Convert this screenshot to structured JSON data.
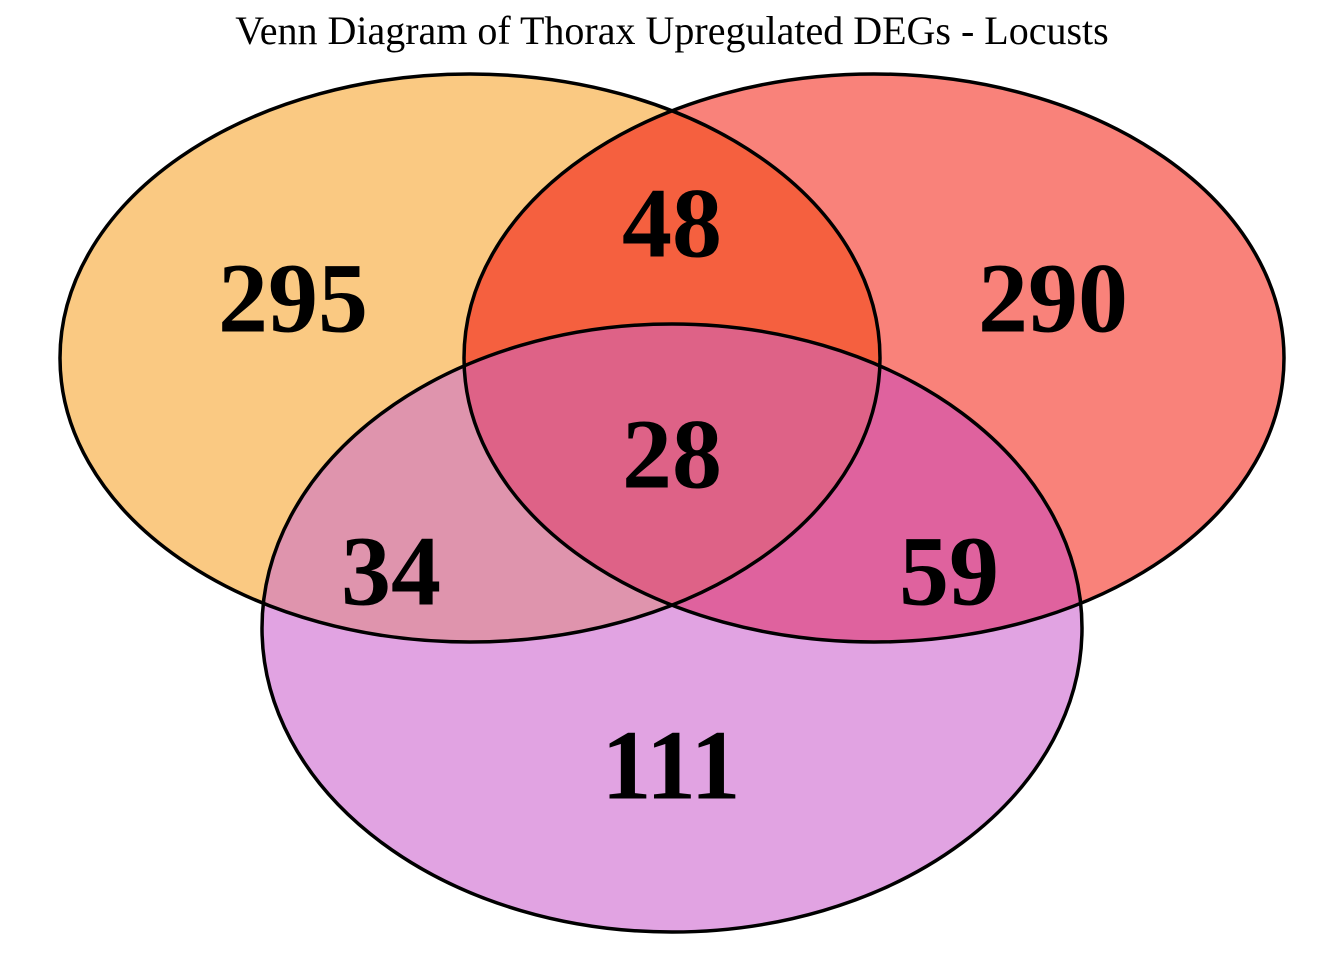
{
  "title": "Venn Diagram of Thorax Upregulated DEGs - Locusts",
  "labels": {
    "a_only": "295",
    "b_only": "290",
    "c_only": "111",
    "ab_only": "48",
    "ac_only": "34",
    "bc_only": "59",
    "abc": "28"
  },
  "colors": {
    "set_a_fill": "#FAC982",
    "set_b_fill": "#F9827A",
    "set_c_fill": "#E1A3E2",
    "ab_fill": "#F5603F",
    "ac_fill": "#DF94AD",
    "bc_fill": "#DF629E",
    "abc_fill": "#DE6287",
    "outline": "#000000",
    "text": "#000000",
    "background": "#FFFFFF"
  },
  "chart_data": {
    "type": "venn",
    "title": "Venn Diagram of Thorax Upregulated DEGs - Locusts",
    "sets": [
      {
        "id": "A",
        "position": "top-left",
        "color": "#FAC982"
      },
      {
        "id": "B",
        "position": "top-right",
        "color": "#F9827A"
      },
      {
        "id": "C",
        "position": "bottom",
        "color": "#E1A3E2"
      }
    ],
    "region_counts": {
      "A_only": 295,
      "B_only": 290,
      "C_only": 111,
      "A_and_B_only": 48,
      "A_and_C_only": 34,
      "B_and_C_only": 59,
      "A_and_B_and_C": 28
    },
    "region_colors": {
      "A_only": "#FAC982",
      "B_only": "#F9827A",
      "C_only": "#E1A3E2",
      "A_and_B_only": "#F5603F",
      "A_and_C_only": "#DF94AD",
      "B_and_C_only": "#DF629E",
      "A_and_B_and_C": "#DE6287"
    },
    "legend": "none",
    "background": "#FFFFFF"
  }
}
